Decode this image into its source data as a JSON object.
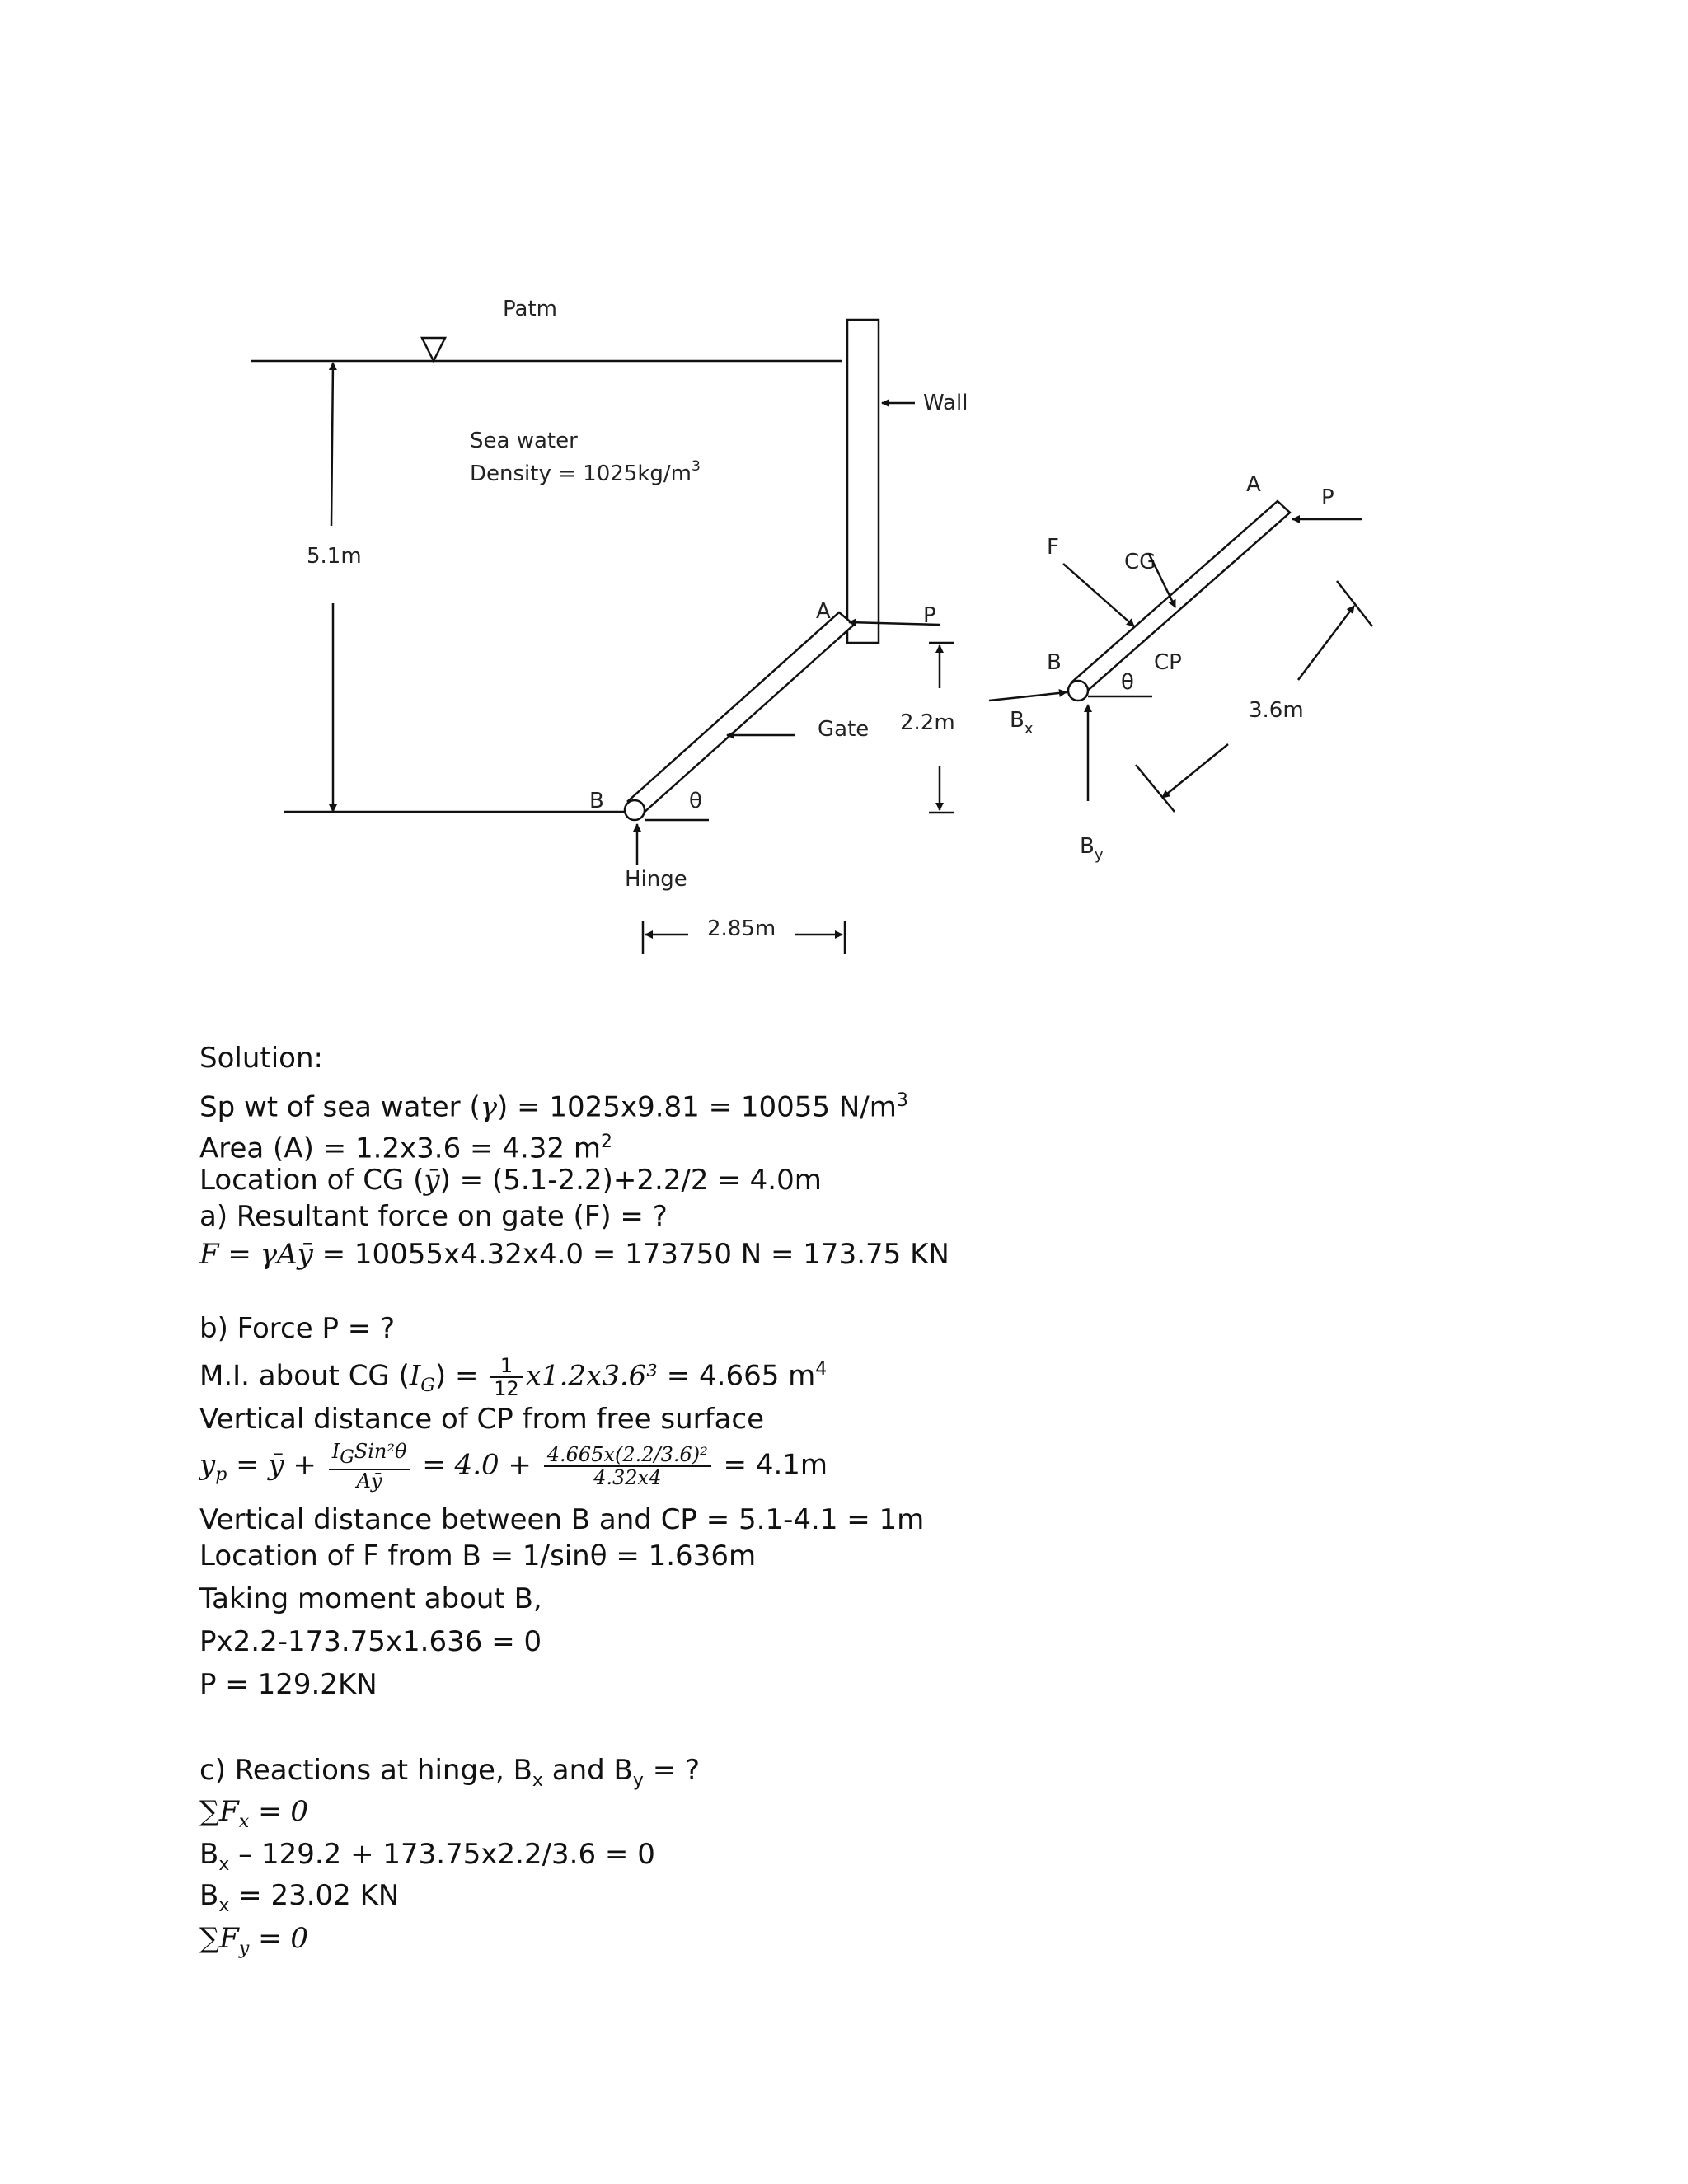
{
  "diagram": {
    "patm": "Patm",
    "sea_water": "Sea water",
    "density": "Density = 1025kg/m",
    "density_sup": "3",
    "depth": "5.1m",
    "wall": "Wall",
    "point_a": "A",
    "point_b": "B",
    "force_p": "P",
    "theta": "θ",
    "gate": "Gate",
    "hinge": "Hinge",
    "gap": "2.2m",
    "width": "2.85m",
    "fbd_a": "A",
    "fbd_p": "P",
    "fbd_f": "F",
    "fbd_cg": "CG",
    "fbd_cp": "CP",
    "fbd_b": "B",
    "fbd_theta": "θ",
    "fbd_bx": "B",
    "fbd_bx_sub": "x",
    "fbd_by": "B",
    "fbd_by_sub": "y",
    "fbd_length": "3.6m"
  },
  "solution": {
    "heading": "Solution:",
    "sp_wt_prefix": "Sp wt of sea water (",
    "gamma": "γ",
    "sp_wt_suffix": ") = 1025x9.81 = 10055 N/m",
    "sp_wt_sup": "3",
    "area": "Area (A) = 1.2x3.6 = 4.32 m",
    "area_sup": "2",
    "cg_prefix": "Location of CG (",
    "ybar": "ȳ",
    "cg_suffix": ") = (5.1-2.2)+2.2/2 = 4.0m",
    "part_a": "a) Resultant force on gate (F) = ?",
    "f_formula": "F = γAȳ",
    "f_value": " = 10055x4.32x4.0 = 173750 N = 173.75 KN",
    "part_b": "b) Force P = ?",
    "mi_prefix": "M.I. about CG (",
    "ig": "I",
    "ig_sub": "G",
    "mi_eq": ") = ",
    "mi_num": "1",
    "mi_den": "12",
    "mi_expr": "x1.2x3.6³",
    "mi_value": " = 4.665 m",
    "mi_sup": "4",
    "cp_dist": "Vertical distance of CP from free surface",
    "yp_lhs": "y",
    "yp_sub": "p",
    "yp_eq": " = ȳ + ",
    "yp_frac_num": "I",
    "yp_frac_num_sub": "G",
    "yp_frac_num_rest": "Sin²θ",
    "yp_frac_den": "Aȳ",
    "yp_mid": " = 4.0 + ",
    "yp_frac2_num": "4.665x(2.2/3.6)²",
    "yp_frac2_den": "4.32x4",
    "yp_value": " = 4.1m",
    "b_cp": "Vertical distance between B and CP = 5.1-4.1 = 1m",
    "f_loc": "Location of F from B = 1/sinθ = 1.636m",
    "moment": "Taking moment about B,",
    "moment_eq": "Px2.2-173.75x1.636 = 0",
    "p_value": "P = 129.2KN",
    "part_c_prefix": "c) Reactions at hinge, B",
    "part_c_x": "x",
    "part_c_mid": " and B",
    "part_c_y": "y",
    "part_c_suffix": " =  ?",
    "sum_fx": "∑F",
    "sum_fx_sub": "x",
    "sum_fx_rest": " = 0",
    "bx_eq_prefix": "B",
    "bx_eq_sub": "x",
    "bx_eq_rest": " – 129.2 + 173.75x2.2/3.6 = 0",
    "bx_value_prefix": "B",
    "bx_value_sub": "x",
    "bx_value_rest": " = 23.02 KN",
    "sum_fy": "∑F",
    "sum_fy_sub": "y",
    "sum_fy_rest": " = 0"
  }
}
